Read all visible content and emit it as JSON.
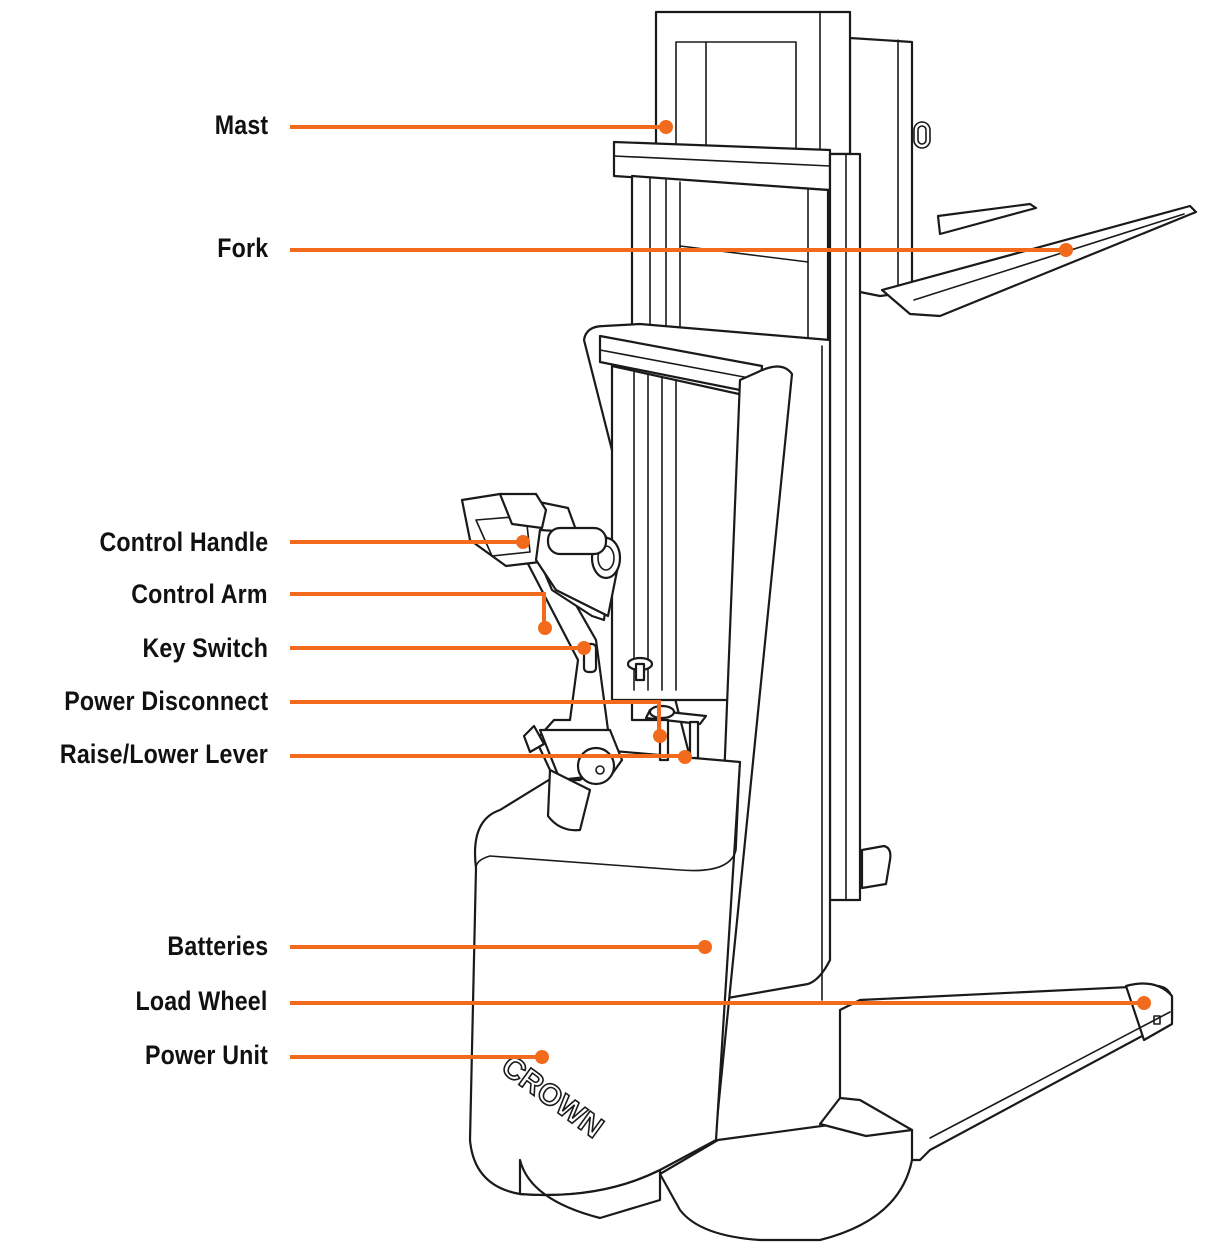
{
  "accent_color": "#f26a1b",
  "brand_logo_text": "CROWN",
  "labels": [
    {
      "id": "mast",
      "text": "Mast"
    },
    {
      "id": "fork",
      "text": "Fork"
    },
    {
      "id": "control_handle",
      "text": "Control Handle"
    },
    {
      "id": "control_arm",
      "text": "Control Arm"
    },
    {
      "id": "key_switch",
      "text": "Key Switch"
    },
    {
      "id": "power_disconnect",
      "text": "Power Disconnect"
    },
    {
      "id": "raise_lower_lever",
      "text": "Raise/Lower Lever"
    },
    {
      "id": "batteries",
      "text": "Batteries"
    },
    {
      "id": "load_wheel",
      "text": "Load Wheel"
    },
    {
      "id": "power_unit",
      "text": "Power Unit"
    }
  ]
}
